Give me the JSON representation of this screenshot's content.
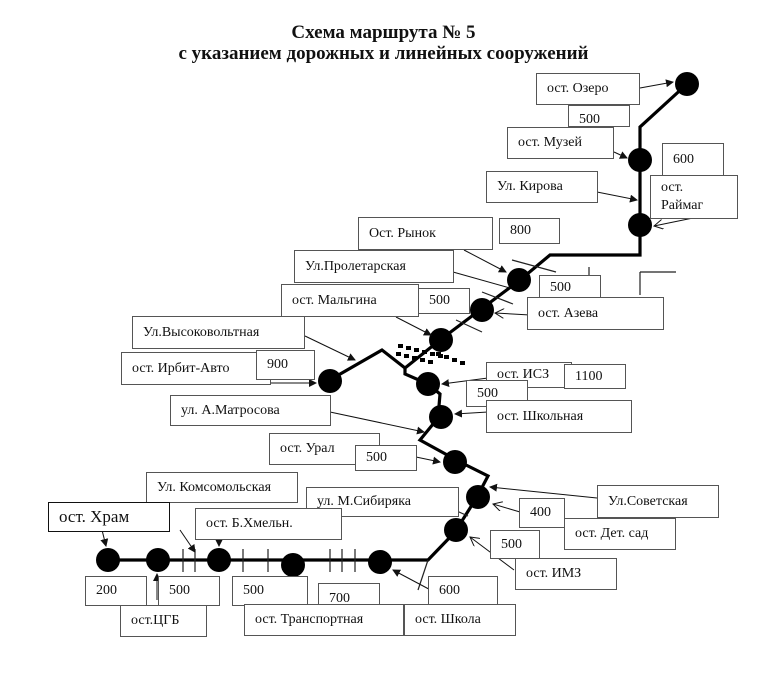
{
  "title": {
    "line1": "Схема маршрута № 5",
    "line2": "с указанием дорожных и линейных сооружений"
  },
  "labels": {
    "ozero": "ост. Озеро",
    "d500_top": "500",
    "muzey": "ост. Музей",
    "d600_raymag": "600",
    "kirova": "Ул. Кирова",
    "raymag_1": "ост.",
    "raymag_2": "Раймаг",
    "rynok": "Ост. Рынок",
    "d800": "800",
    "proletarskaya": "Ул.Пролетарская",
    "d500_azeva": "500",
    "malgina": "ост. Мальгина",
    "d500_malgina": "500",
    "azeva": "ост. Азева",
    "vysokovoltnaya": "Ул.Высоковольтная",
    "irbit_avto": "ост. Ирбит-Авто",
    "d900": "900",
    "isz": "ост. ИСЗ",
    "d1100": "1100",
    "d500_isz": "500",
    "shkolnaya": "ост. Школьная",
    "matrosova": "ул. А.Матросова",
    "ural": "ост. Урал",
    "d500_ural": "500",
    "komsomolskaya": "Ул. Комсомольская",
    "sibiryaka": "ул. М.Сибиряка",
    "sovetskaya": "Ул.Советская",
    "d400": "400",
    "det_sad": "ост. Дет. сад",
    "d500_imz": "500",
    "imz": "ост. ИМЗ",
    "hram": "ост. Храм",
    "b_hmeln": "ост. Б.Хмельн.",
    "d200": "200",
    "d500_cgb": "500",
    "cgb": "ост.ЦГБ",
    "d500_transp": "500",
    "d700": "700",
    "transportnaya": "ост. Транспортная",
    "d600_shkola": "600",
    "shkola": "ост. Школа"
  }
}
